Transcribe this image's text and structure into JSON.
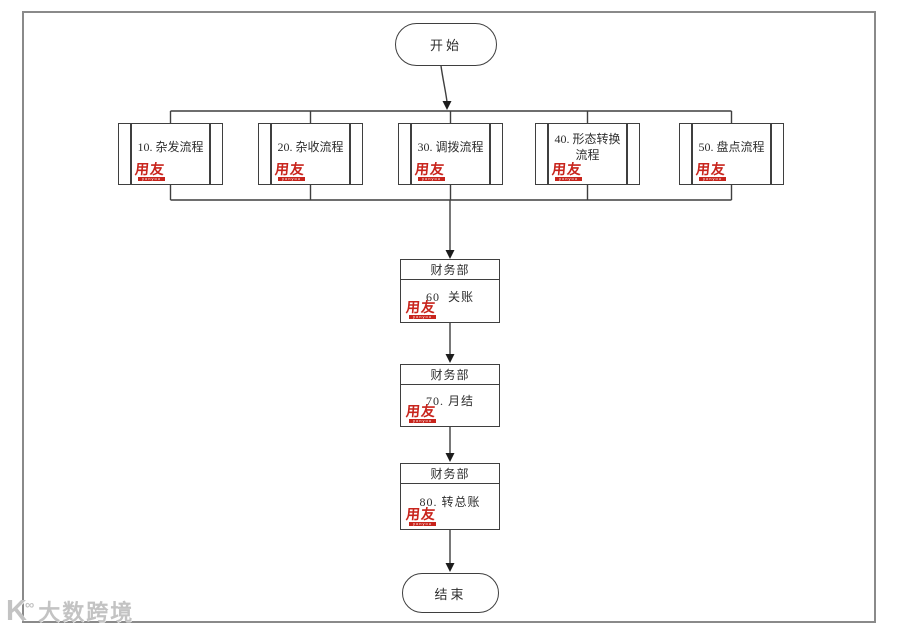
{
  "diagram": {
    "start_label": "开始",
    "end_label": "结束",
    "subprocesses": [
      {
        "label": "10. 杂发流程"
      },
      {
        "label": "20. 杂收流程"
      },
      {
        "label": "30. 调拨流程"
      },
      {
        "label": "40. 形态转换流程"
      },
      {
        "label": "50. 盘点流程"
      }
    ],
    "department_steps": [
      {
        "department": "财务部",
        "label": "60  关账"
      },
      {
        "department": "财务部",
        "label": "70. 月结"
      },
      {
        "department": "财务部",
        "label": "80. 转总账"
      }
    ],
    "vendor_logo": {
      "text": "用友",
      "caption": "yonyou",
      "color": "#c8241c"
    }
  },
  "watermark": {
    "logo_text": "K",
    "logo_sup": "∞",
    "text": "大数跨境"
  }
}
